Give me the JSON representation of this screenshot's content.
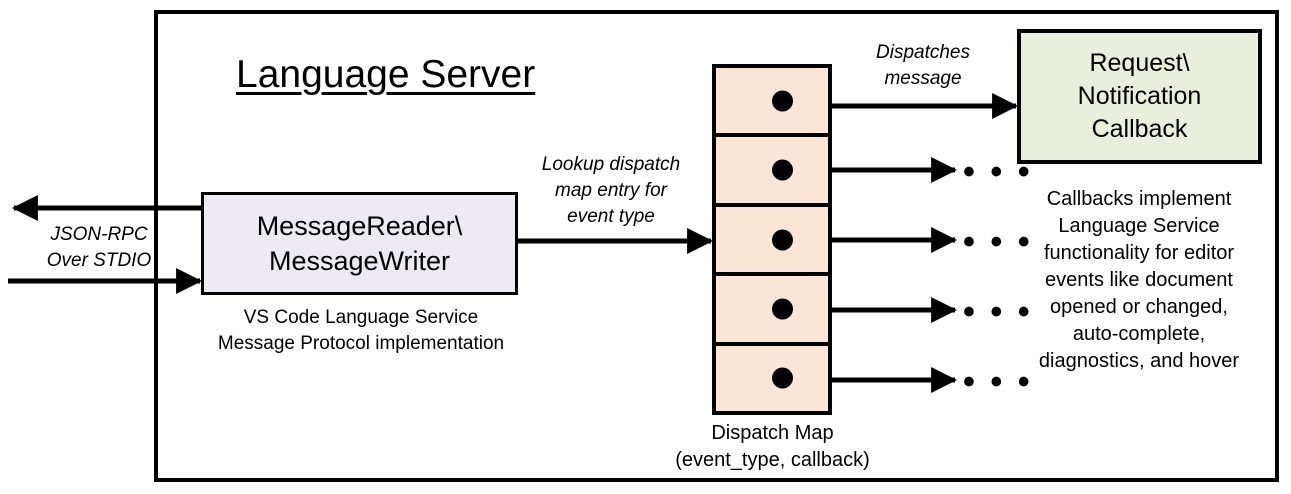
{
  "diagram": {
    "title": "Language Server",
    "container_label": "Language Server"
  },
  "transport": {
    "label_line1": "JSON-RPC",
    "label_line2": "Over STDIO",
    "inbound_arrow": "arrow-right-into-message-reader",
    "outbound_arrow": "arrow-left-out-of-language-server"
  },
  "message_io": {
    "box_line1": "MessageReader\\",
    "box_line2": "MessageWriter",
    "caption_line1": "VS Code Language Service",
    "caption_line2": "Message Protocol implementation",
    "fill_color": "#EDEAF4"
  },
  "lookup": {
    "label_line1": "Lookup dispatch",
    "label_line2": "map entry for",
    "label_line3": "event type"
  },
  "dispatch_map": {
    "caption_line1": "Dispatch Map",
    "caption_line2": "(event_type, callback)",
    "fill_color": "#FBE5D6",
    "row_count": 5,
    "rows": [
      {
        "index": 1,
        "marker": "callback-dot",
        "outgoing": "request-notification-callback"
      },
      {
        "index": 2,
        "marker": "callback-dot",
        "outgoing": "ellipsis"
      },
      {
        "index": 3,
        "marker": "callback-dot",
        "outgoing": "ellipsis"
      },
      {
        "index": 4,
        "marker": "callback-dot",
        "outgoing": "ellipsis"
      },
      {
        "index": 5,
        "marker": "callback-dot",
        "outgoing": "ellipsis"
      }
    ]
  },
  "dispatch_edge": {
    "label_line1": "Dispatches",
    "label_line2": "message"
  },
  "callback": {
    "box_line1": "Request\\",
    "box_line2": "Notification",
    "box_line3": "Callback",
    "fill_color": "#E8EFDC",
    "caption_line1": "Callbacks implement",
    "caption_line2": "Language Service",
    "caption_line3": "functionality for editor",
    "caption_line4": "events like document",
    "caption_line5": "opened or changed,",
    "caption_line6": "auto-complete,",
    "caption_line7": "diagnostics, and hover"
  },
  "ellipses": {
    "glyph": "• • •"
  },
  "colors": {
    "stroke": "#000000",
    "background": "#FFFFFF",
    "reader_fill": "#EDEAF4",
    "map_fill": "#FBE5D6",
    "callback_fill": "#E8EFDC"
  }
}
